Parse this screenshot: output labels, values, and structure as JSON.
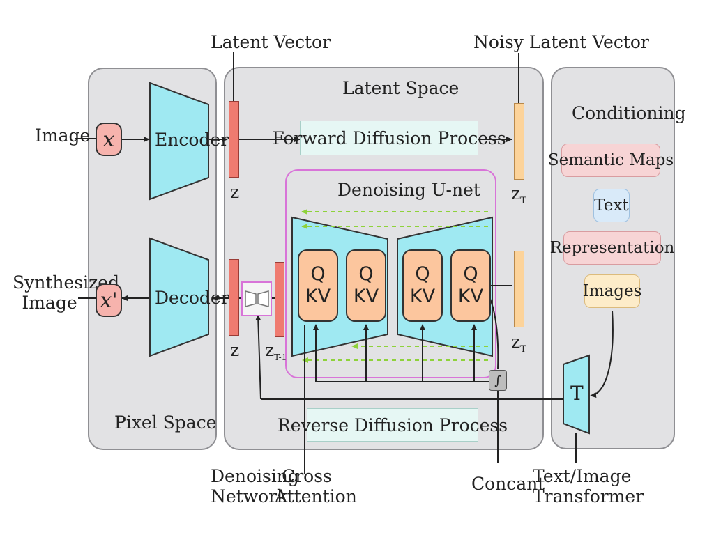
{
  "labels": {
    "latent_vector": "Latent Vector",
    "noisy_latent_vector": "Noisy Latent Vector",
    "image": "Image",
    "synthesized_image_line1": "Synthesized",
    "synthesized_image_line2": "Image",
    "denoising_network_line1": "Denoising",
    "denoising_network_line2": "Network",
    "cross_attention_line1": "Cross",
    "cross_attention_line2": "Attention",
    "concant": "Concant",
    "text_image_transformer_line1": "Text/Image",
    "text_image_transformer_line2": "Transformer"
  },
  "panels": {
    "pixel_space": "Pixel Space",
    "latent_space": "Latent Space",
    "conditioning": "Conditioning"
  },
  "nodes": {
    "x": "x",
    "x_prime": "x'",
    "encoder": "Encoder",
    "decoder": "Decoder",
    "forward_process": "Forward Diffusion Process",
    "reverse_process": "Reverse Diffusion Process",
    "unet_title": "Denoising U-net",
    "z_top": "z",
    "z_bottom": "z",
    "zT_top": "z",
    "zT_bottom": "z",
    "zT_sub": "T",
    "zT1": "z",
    "zT1_sub": "T-1",
    "transformer": "T",
    "switch": "∫"
  },
  "qkv_blocks": [
    {
      "q": "Q",
      "kv": "KV"
    },
    {
      "q": "Q",
      "kv": "KV"
    },
    {
      "q": "Q",
      "kv": "KV"
    },
    {
      "q": "Q",
      "kv": "KV"
    }
  ],
  "conditioning_items": [
    "Semantic Maps",
    "Text",
    "Representation",
    "Images"
  ],
  "colors": {
    "panel_bg": "#e2e2e4",
    "encoder_fill": "#9fe9f2",
    "latent_bar": "#ef7b70",
    "noisy_bar": "#fcd39a",
    "qkv_fill": "#fcc69e",
    "unet_border": "#d874d8",
    "skip_arrows": "#8ed23a"
  }
}
